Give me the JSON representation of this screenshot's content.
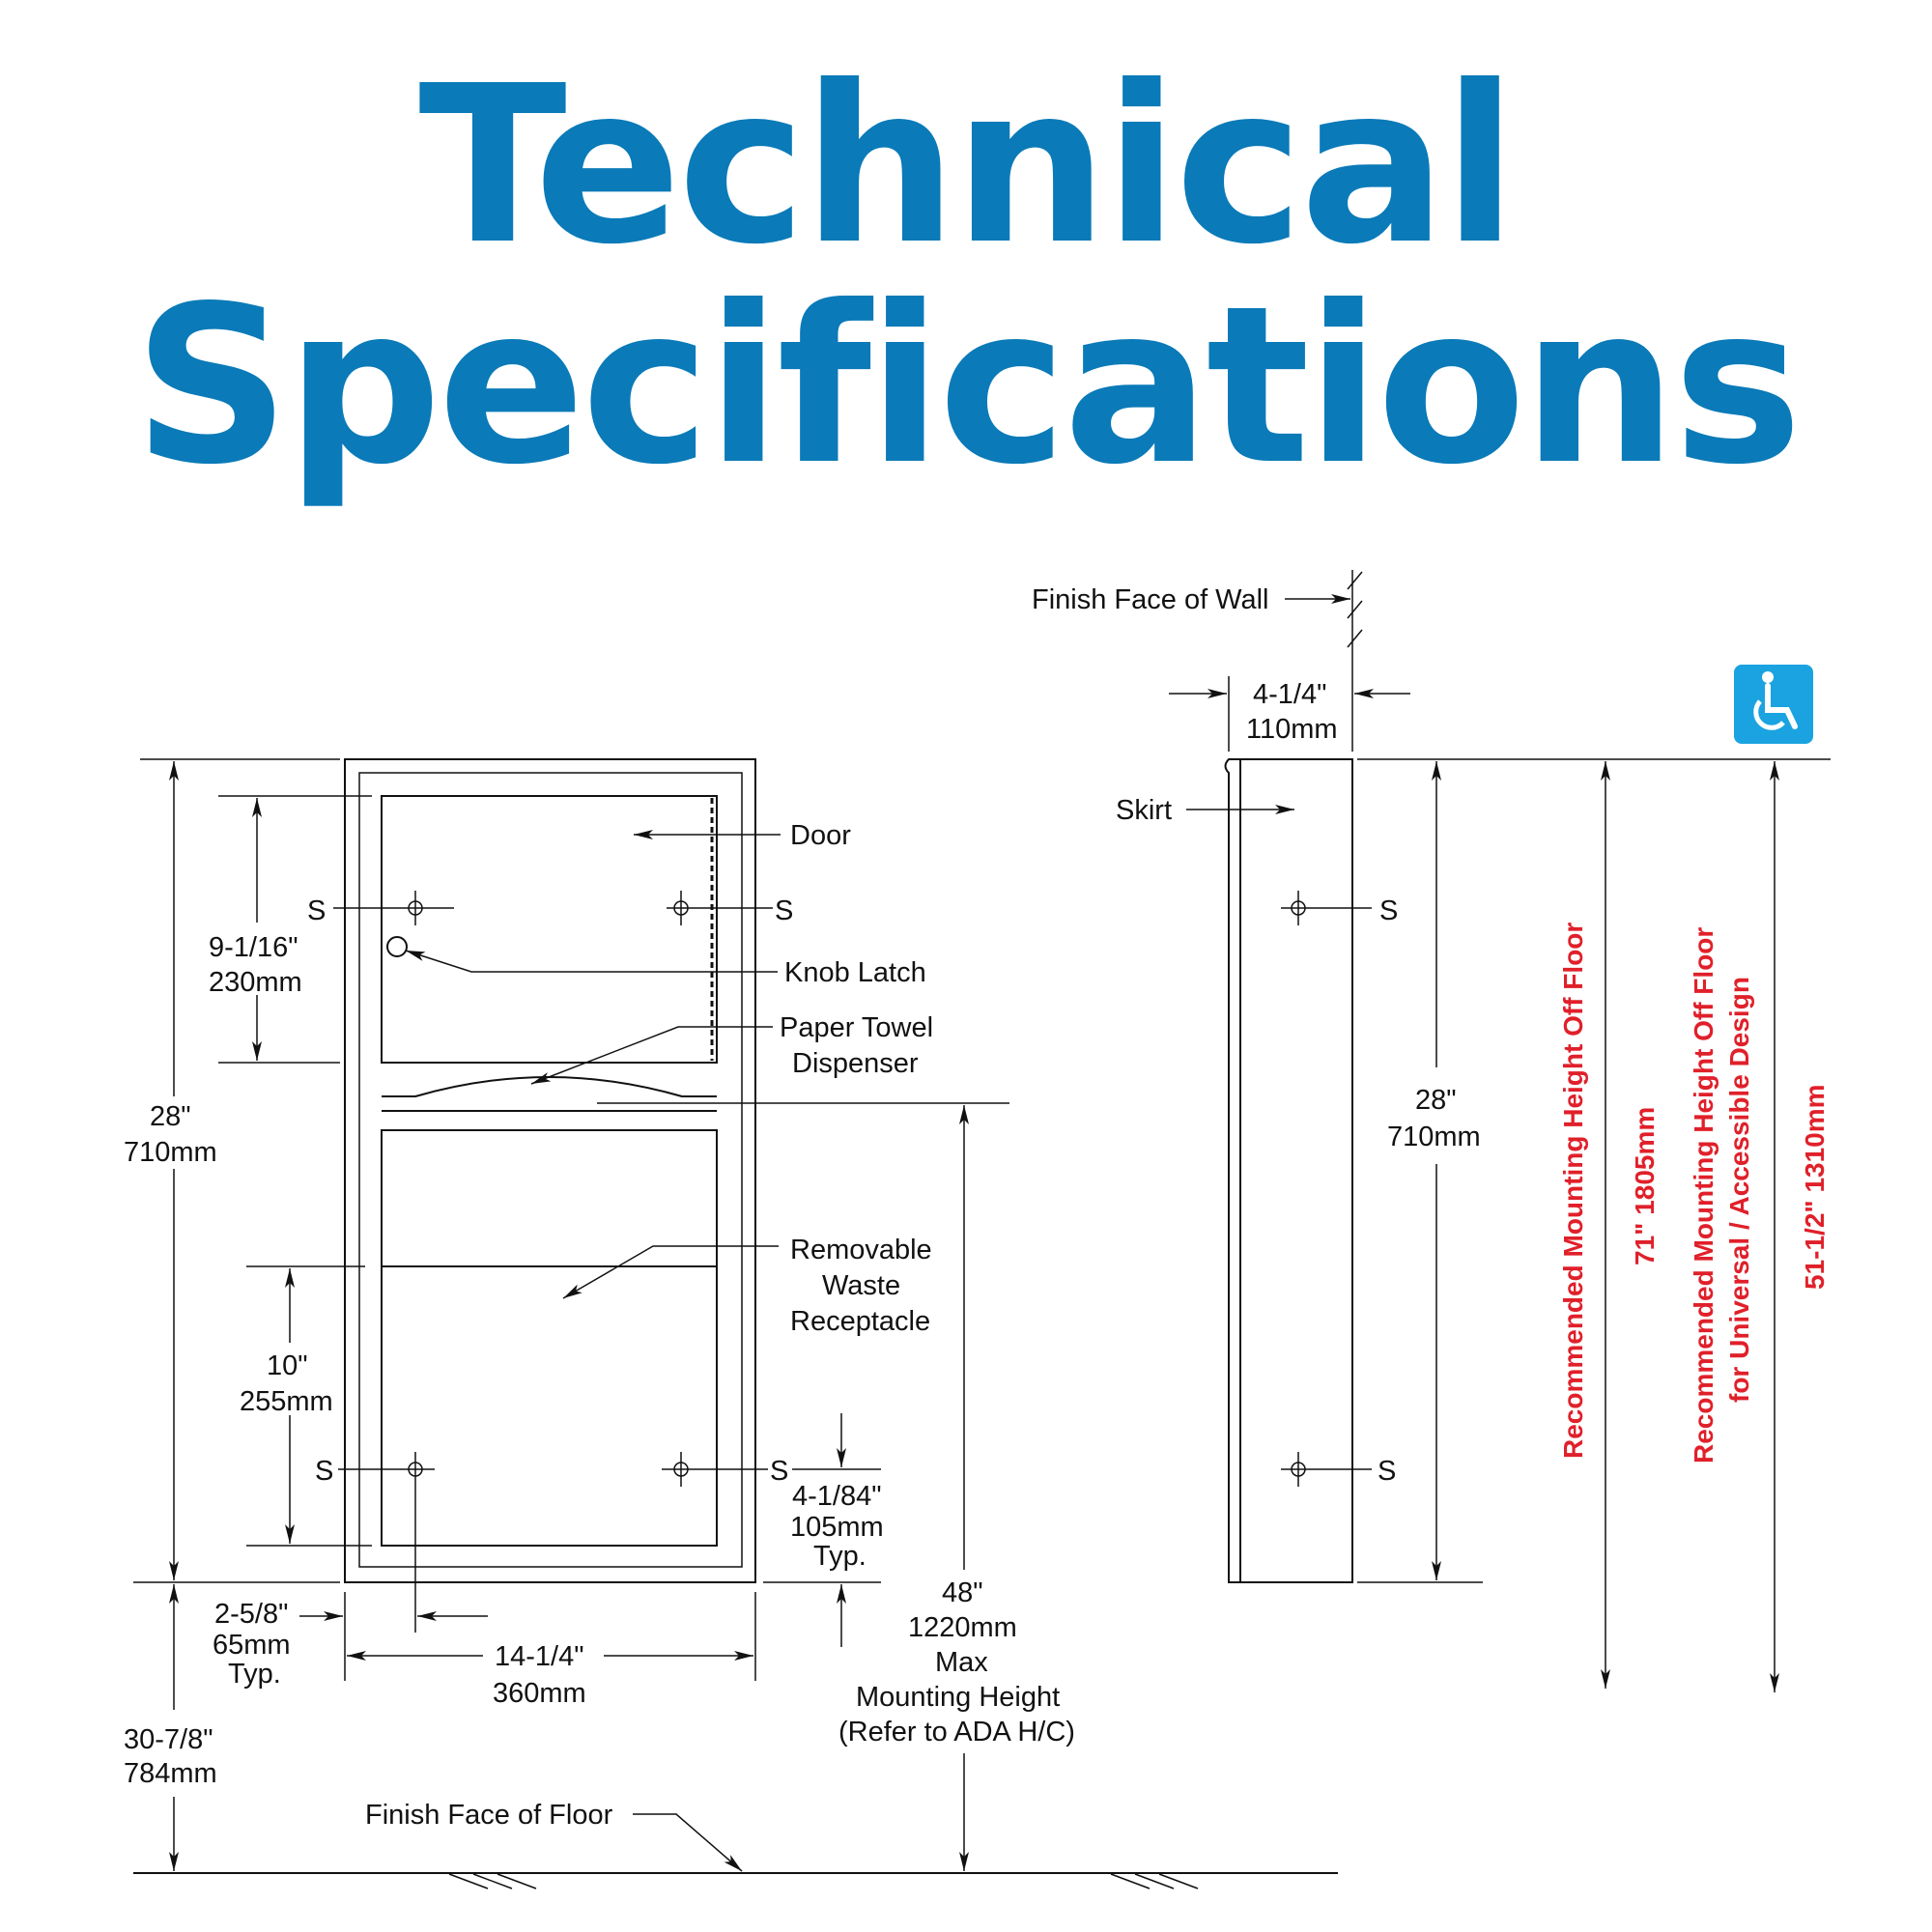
{
  "title": {
    "line1": "Technical",
    "line2": "Specifications"
  },
  "colors": {
    "title": "#0a7ab8",
    "red_labels": "#e0202a",
    "ada_badge": "#1aa3e0"
  },
  "front_view": {
    "labels": {
      "door": "Door",
      "knob_latch": "Knob Latch",
      "paper_towel_1": "Paper Towel",
      "paper_towel_2": "Dispenser",
      "waste_1": "Removable",
      "waste_2": "Waste",
      "waste_3": "Receptacle",
      "finish_floor": "Finish Face of Floor",
      "screw": "S"
    },
    "dims": {
      "overall_h_in": "28\"",
      "overall_h_mm": "710mm",
      "top_in": "9-1/16\"",
      "top_mm": "230mm",
      "mid_in": "10\"",
      "mid_mm": "255mm",
      "bottom_in": "4-1/84\"",
      "bottom_mm": "105mm",
      "bottom_typ": "Typ.",
      "side_in": "2-5/8\"",
      "side_mm": "65mm",
      "side_typ": "Typ.",
      "width_in": "14-1/4\"",
      "width_mm": "360mm",
      "floor_in": "30-7/8\"",
      "floor_mm": "784mm",
      "max_in": "48\"",
      "max_mm": "1220mm",
      "max_l1": "Max",
      "max_l2": "Mounting Height",
      "max_l3": "(Refer to ADA H/C)"
    }
  },
  "side_view": {
    "labels": {
      "finish_wall": "Finish Face of Wall",
      "skirt": "Skirt",
      "screw": "S"
    },
    "dims": {
      "depth_in": "4-1/4\"",
      "depth_mm": "110mm",
      "height_in": "28\"",
      "height_mm": "710mm"
    },
    "recommended": {
      "label1": "Recommended Mounting Height Off Floor",
      "value1": "71\"   1805mm",
      "label2a": "Recommended Mounting Height Off Floor",
      "label2b": "for Universal / Accessible Design",
      "value2": "51-1/2\"   1310mm"
    },
    "ada_icon": "wheelchair-accessibility-icon"
  }
}
